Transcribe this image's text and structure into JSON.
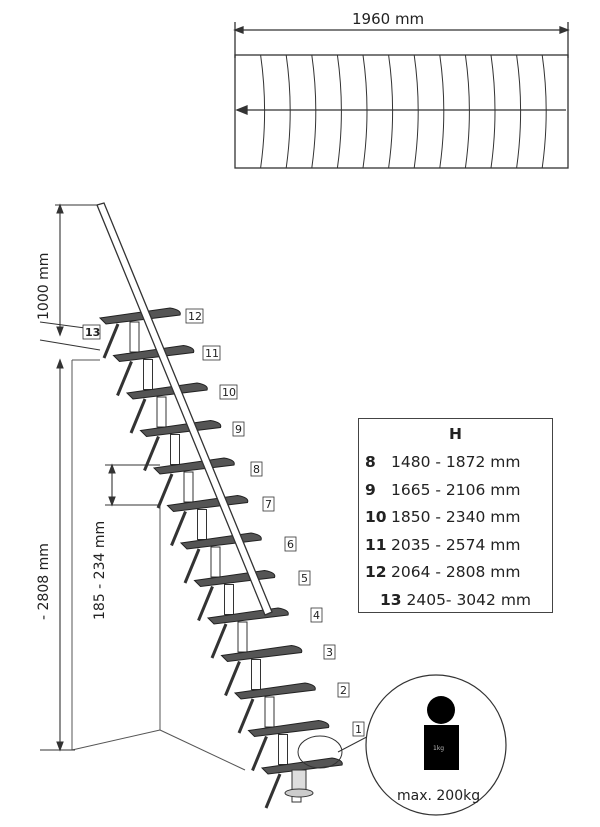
{
  "top_view": {
    "width_label": "1960 mm"
  },
  "dimensions": {
    "railing_height": "1000 mm",
    "total_height": "- 2808 mm",
    "step_rise": "185 - 234 mm"
  },
  "step_labels": [
    "1",
    "2",
    "3",
    "4",
    "5",
    "6",
    "7",
    "8",
    "9",
    "10",
    "11",
    "12",
    "13"
  ],
  "table": {
    "header": "H",
    "rows": [
      {
        "steps": "8",
        "range": "1480 - 1872 mm"
      },
      {
        "steps": "9",
        "range": "1665 - 2106 mm"
      },
      {
        "steps": "10",
        "range": "1850 - 2340 mm"
      },
      {
        "steps": "11",
        "range": "2035 - 2574 mm"
      },
      {
        "steps": "12",
        "range": "2064 - 2808 mm"
      },
      {
        "steps": "13",
        "range": "2405- 3042 mm"
      }
    ]
  },
  "load": {
    "weight_label": "1kg",
    "max_label": "max. 200kg"
  }
}
